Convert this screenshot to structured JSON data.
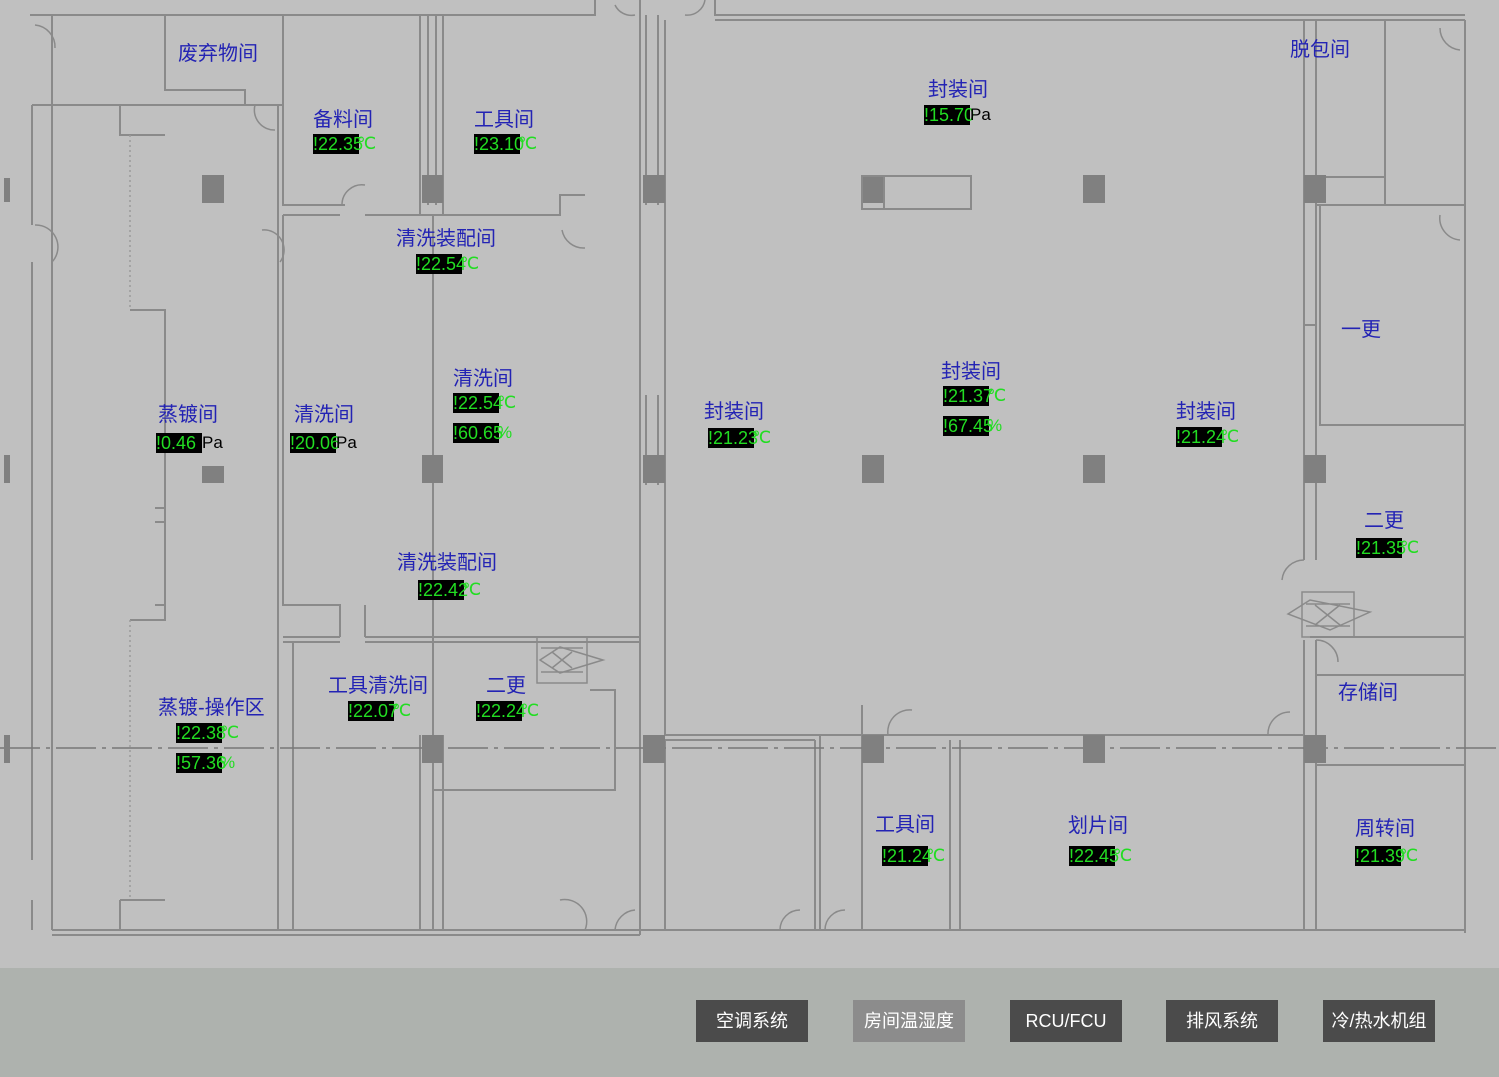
{
  "colors": {
    "plan_bg": "#c0c0c0",
    "footer_bg": "#aeb2ae",
    "label": "#2323b4",
    "reading_bg": "#000000",
    "reading_text": "#22dd22",
    "pressure_unit": "#000000",
    "button_bg": "#4b4b4b",
    "button_active_bg": "#8c8c8c",
    "button_text": "#ffffff"
  },
  "rooms": [
    {
      "label": "废弃物间"
    },
    {
      "label": "备料间",
      "readings": [
        {
          "value": "!22.35",
          "unit": "℃"
        }
      ]
    },
    {
      "label": "工具间",
      "readings": [
        {
          "value": "!23.10",
          "unit": "℃"
        }
      ]
    },
    {
      "label": "清洗装配间",
      "readings": [
        {
          "value": "!22.54",
          "unit": "℃"
        }
      ]
    },
    {
      "label": "清洗间",
      "readings": [
        {
          "value": "!22.54",
          "unit": "℃"
        },
        {
          "value": "!60.65",
          "unit": "%"
        }
      ]
    },
    {
      "label": "蒸镀间",
      "readings": [
        {
          "value": "!0.46",
          "unit": "Pa"
        }
      ]
    },
    {
      "label": "清洗间",
      "readings": [
        {
          "value": "!20.06",
          "unit": "Pa"
        }
      ]
    },
    {
      "label": "清洗装配间",
      "readings": [
        {
          "value": "!22.42",
          "unit": "℃"
        }
      ]
    },
    {
      "label": "工具清洗间",
      "readings": [
        {
          "value": "!22.07",
          "unit": "℃"
        }
      ]
    },
    {
      "label": "二更",
      "readings": [
        {
          "value": "!22.24",
          "unit": "℃"
        }
      ]
    },
    {
      "label": "蒸镀-操作区",
      "readings": [
        {
          "value": "!22.38",
          "unit": "℃"
        },
        {
          "value": "!57.36",
          "unit": "%"
        }
      ]
    },
    {
      "label": "封装间",
      "readings": [
        {
          "value": "!15.70",
          "unit": "Pa"
        }
      ]
    },
    {
      "label": "封装间",
      "readings": [
        {
          "value": "!21.23",
          "unit": "℃"
        }
      ]
    },
    {
      "label": "封装间",
      "readings": [
        {
          "value": "!21.37",
          "unit": "℃"
        },
        {
          "value": "!67.45",
          "unit": "%"
        }
      ]
    },
    {
      "label": "封装间",
      "readings": [
        {
          "value": "!21.24",
          "unit": "℃"
        }
      ]
    },
    {
      "label": "脱包间"
    },
    {
      "label": "一更"
    },
    {
      "label": "二更",
      "readings": [
        {
          "value": "!21.35",
          "unit": "℃"
        }
      ]
    },
    {
      "label": "存储间"
    },
    {
      "label": "工具间",
      "readings": [
        {
          "value": "!21.24",
          "unit": "℃"
        }
      ]
    },
    {
      "label": "划片间",
      "readings": [
        {
          "value": "!22.45",
          "unit": "℃"
        }
      ]
    },
    {
      "label": "周转间",
      "readings": [
        {
          "value": "!21.39",
          "unit": "℃"
        }
      ]
    }
  ],
  "nav": {
    "buttons": [
      {
        "label": "空调系统",
        "active": false
      },
      {
        "label": "房间温湿度",
        "active": true
      },
      {
        "label": "RCU/FCU",
        "active": false
      },
      {
        "label": "排风系统",
        "active": false
      },
      {
        "label": "冷/热水机组",
        "active": false
      }
    ]
  }
}
